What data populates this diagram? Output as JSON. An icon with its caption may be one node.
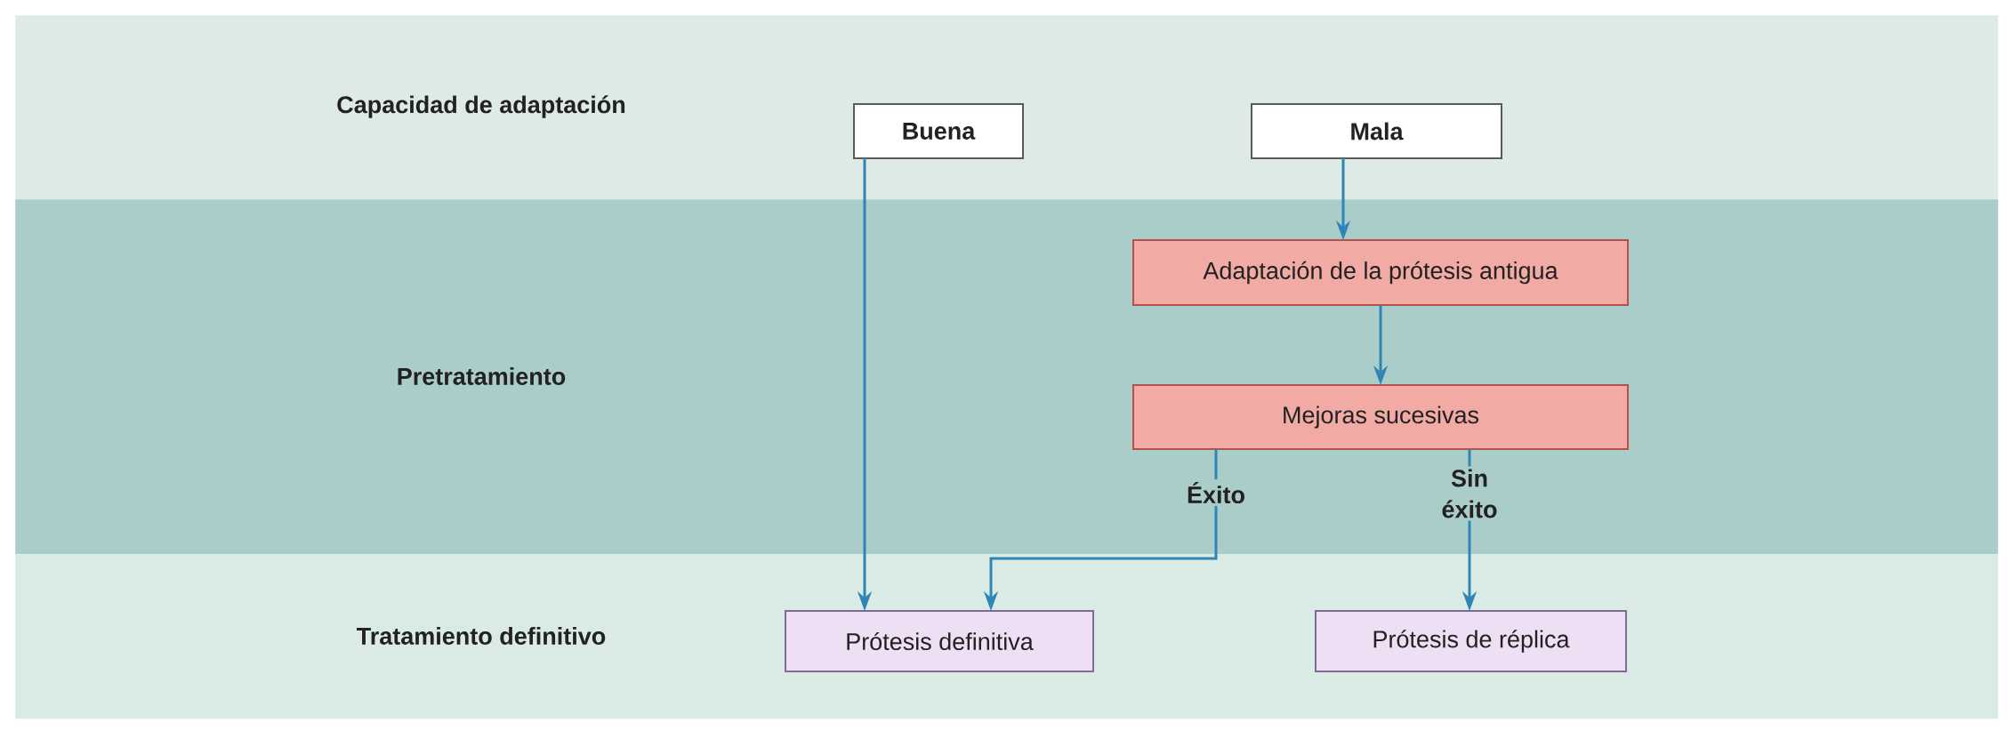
{
  "diagram": {
    "nodes": [
      {
        "text": [
          "Capacidad de adaptación"
        ]
      },
      {
        "text": [
          "Buena"
        ],
        "in": 0
      },
      {
        "text": [
          "Mala"
        ],
        "in": 0
      },
      {
        "text": [
          "Pretratamiento"
        ]
      },
      {
        "text": [
          "Adaptación de la prótesis antigua"
        ],
        "in": 3
      },
      {
        "text": [
          "Mejoras sucesivas"
        ],
        "in": 3
      },
      {
        "text": [
          "Tratamiento definitivo"
        ]
      },
      {
        "text": [
          "Prótesis definitiva"
        ],
        "in": 6
      },
      {
        "text": [
          "Prótesis de réplica"
        ],
        "in": 6
      }
    ],
    "edges": [
      {
        "from": 1,
        "to": 7,
        "arrow": "to"
      },
      {
        "from": 2,
        "to": 4,
        "arrow": "to"
      },
      {
        "from": 4,
        "to": 5,
        "arrow": "to"
      },
      {
        "from": 5,
        "to": 7,
        "arrow": "to",
        "label": "Éxito"
      },
      {
        "from": 5,
        "to": 8,
        "arrow": "to",
        "label": "Sin éxito"
      }
    ]
  }
}
